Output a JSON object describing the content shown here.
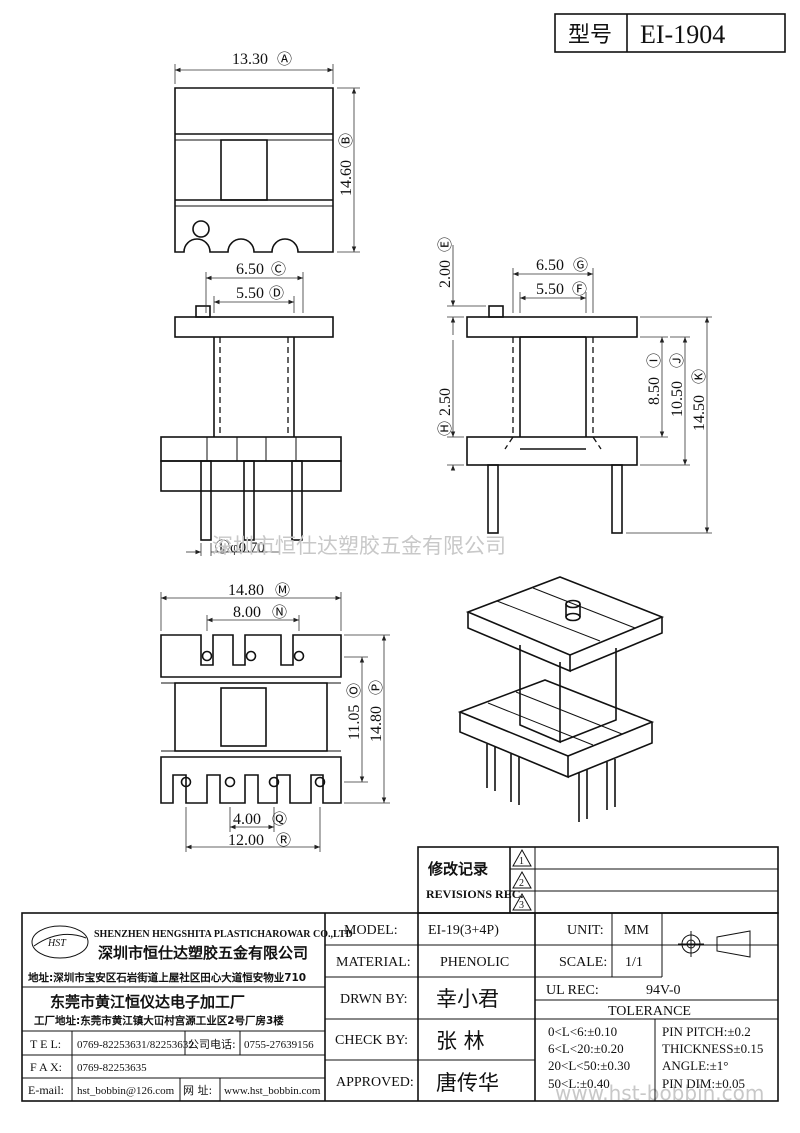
{
  "header": {
    "model_label": "型号",
    "model_value": "EI-1904"
  },
  "dims": {
    "A": "13.30",
    "A_c": "Ⓐ",
    "B": "14.60",
    "B_c": "Ⓑ",
    "C": "6.50",
    "C_c": "Ⓒ",
    "D": "5.50",
    "D_c": "Ⓓ",
    "E": "2.00",
    "E_c": "Ⓔ",
    "F": "5.50",
    "F_c": "Ⓕ",
    "G": "6.50",
    "G_c": "Ⓖ",
    "H": "2.50",
    "H_c": "Ⓗ",
    "I": "8.50",
    "I_c": "Ⓘ",
    "J": "10.50",
    "J_c": "Ⓙ",
    "K": "14.50",
    "K_c": "Ⓚ",
    "L": "φ0.70",
    "L_c": "Ⓛ",
    "M": "14.80",
    "M_c": "Ⓜ",
    "N": "8.00",
    "N_c": "Ⓝ",
    "O": "11.05",
    "O_c": "Ⓞ",
    "P": "14.80",
    "P_c": "Ⓟ",
    "Q": "4.00",
    "Q_c": "Ⓠ",
    "R": "12.00",
    "R_c": "Ⓡ"
  },
  "watermark": "深圳市恒仕达塑胶五金有限公司",
  "watermark2": "www.hst-bobbin.com",
  "revisions": {
    "title_cn": "修改记录",
    "title_en": "REVISIONS REC.",
    "rows": [
      "1",
      "2",
      "3"
    ]
  },
  "company": {
    "logo": "HST",
    "name_en": "SHENZHEN HENGSHITA PLASTICHAROWAR CO.,LTD",
    "name_cn": "深圳市恒仕达塑胶五金有限公司",
    "address": "地址:深圳市宝安区石岩街道上屋社区田心大道恒安物业710",
    "factory": "东莞市黄江恒仪达电子加工厂",
    "factory_address": "工厂地址:东莞市黄江镇大冚村宫源工业区2号厂房3楼"
  },
  "contacts": {
    "tel_label": "T E L:",
    "tel_value": "0769-82253631/82253632",
    "phone_label": "公司电话:",
    "phone_value": "0755-27639156",
    "fax_label": "F A X:",
    "fax_value": "0769-82253635",
    "email_label": "E-mail:",
    "email_value": "hst_bobbin@126.com",
    "web_label": "网 址:",
    "web_value": "www.hst_bobbin.com"
  },
  "titleblock": {
    "model_label": "MODEL:",
    "model_value": "EI-19(3+4P)",
    "material_label": "MATERIAL:",
    "material_value": "PHENOLIC",
    "drawn_label": "DRWN BY:",
    "drawn_value": "幸小君",
    "check_label": "CHECK BY:",
    "check_value": "张  林",
    "approved_label": "APPROVED:",
    "approved_value": "唐传华",
    "unit_label": "UNIT:",
    "unit_value": "MM",
    "scale_label": "SCALE:",
    "scale_value": "1/1",
    "ul_label": "UL REC:",
    "ul_value": "94V-0",
    "tolerance_label": "TOLERANCE",
    "tol": [
      "0<L<6:±0.10",
      "6<L<20:±0.20",
      "20<L<50:±0.30",
      "50<L:±0.40"
    ],
    "tol2": [
      "PIN PITCH:±0.2",
      "THICKNESS±0.15",
      "ANGLE:±1°",
      "PIN DIM:±0.05"
    ]
  }
}
